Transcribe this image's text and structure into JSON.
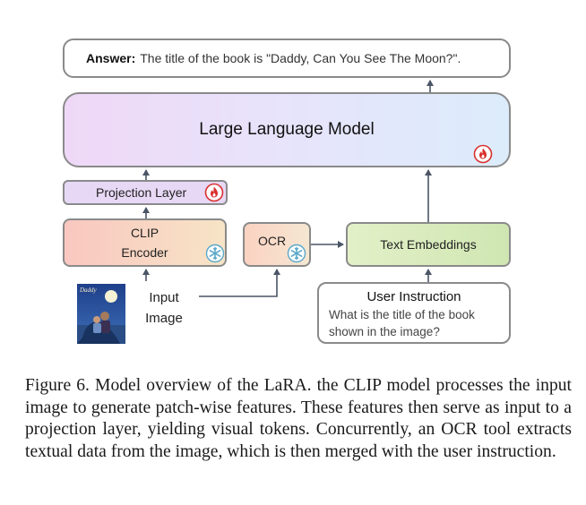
{
  "diagram": {
    "answer": {
      "label": "Answer:",
      "text": "The title of the book is \"Daddy, Can You See The Moon?\"."
    },
    "llm": {
      "label": "Large Language Model",
      "icon": "fire-icon"
    },
    "projection": {
      "label": "Projection Layer",
      "icon": "fire-icon"
    },
    "clip": {
      "line1": "CLIP",
      "line2": "Encoder",
      "icon": "snowflake-icon"
    },
    "ocr": {
      "label": "OCR",
      "icon": "snowflake-icon"
    },
    "text_embeddings": {
      "label": "Text Embeddings"
    },
    "input_image": {
      "line1": "Input",
      "line2": "Image",
      "thumbnail_text": "Daddy"
    },
    "user_instruction": {
      "title": "User Instruction",
      "body_line1": "What is the title of the book",
      "body_line2": "shown in the image?"
    },
    "colors": {
      "fire": "#d9302f",
      "snowflake": "#5aa7c8",
      "arrow": "#4a5566",
      "border": "#8a8a8a"
    }
  },
  "caption": "Figure 6. Model overview of the LaRA. the CLIP model processes the input image to generate patch-wise features. These features then serve as input to a projection layer, yielding visual tokens. Concurrently, an OCR tool extracts textual data from the image, which is then merged with the user instruction."
}
